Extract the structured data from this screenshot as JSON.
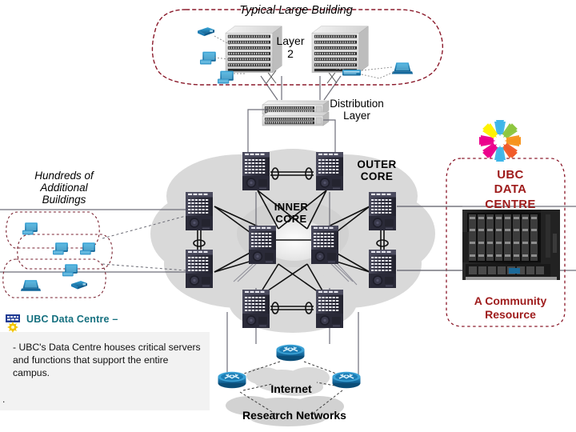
{
  "slide": {
    "title_building": "Typical Large Building",
    "background": "#ffffff"
  },
  "labels": {
    "typical_large_building": "Typical Large Building",
    "layer2": "Layer\n2",
    "distribution_layer": "Distribution\nLayer",
    "outer_core": "OUTER\nCORE",
    "inner_core": "INNER\nCORE",
    "hundreds_of_buildings": "Hundreds of\nAdditional\nBuildings",
    "ubc_data_centre": "UBC\nDATA\nCENTRE",
    "a_community_resource": "A Community\nResource",
    "internet": "Internet",
    "research_networks": "Research Networks"
  },
  "callout": {
    "heading": "UBC Data Centre –",
    "body": "-  UBC's Data Centre houses critical servers and functions that support the entire campus.",
    "trailing_dot": "."
  },
  "colors": {
    "building_cloud_stroke": "#8b1a2b",
    "datacentre_cloud_stroke": "#8b1a2b",
    "datacentre_text": "#9e1b1b",
    "callout_heading": "#15707f",
    "callout_body_bg": "#f2f2f2",
    "core_cloud_fill": "#d9d9d9",
    "link_line": "#000000",
    "thin_link_line": "#7a7a88",
    "cisco_blue": "#1a72a8",
    "cisco_blue_dark": "#0d4f79",
    "switch_body": "#d7d7d7",
    "router_body": "#3a3a4a",
    "server_black": "#1b1b1b"
  },
  "logo": {
    "name": "ubc-pinwheel-logo",
    "petals": [
      "#3fb6e8",
      "#8dc63f",
      "#f7941e",
      "#f15a29",
      "#ec008c",
      "#e6007e",
      "#00a79d",
      "#fff200"
    ]
  },
  "crest": {
    "name": "ubc-crest",
    "top_color": "#1f3a93",
    "sun_color": "#f2c400"
  },
  "nodes": {
    "layer2_switch_stacks": 2,
    "distribution_switches": 2,
    "outer_core_routers": 8,
    "inner_core_routers": 2,
    "internet_routers": 3,
    "building_clouds": 3
  },
  "chart_data": {
    "type": "diagram",
    "title": "UBC Campus Network Topology",
    "tiers": [
      {
        "name": "Layer 2",
        "count": 2
      },
      {
        "name": "Distribution Layer",
        "count": 2
      },
      {
        "name": "Outer Core",
        "count": 8
      },
      {
        "name": "Inner Core",
        "count": 2
      },
      {
        "name": "Internet / Research Networks",
        "count": 3
      }
    ]
  }
}
